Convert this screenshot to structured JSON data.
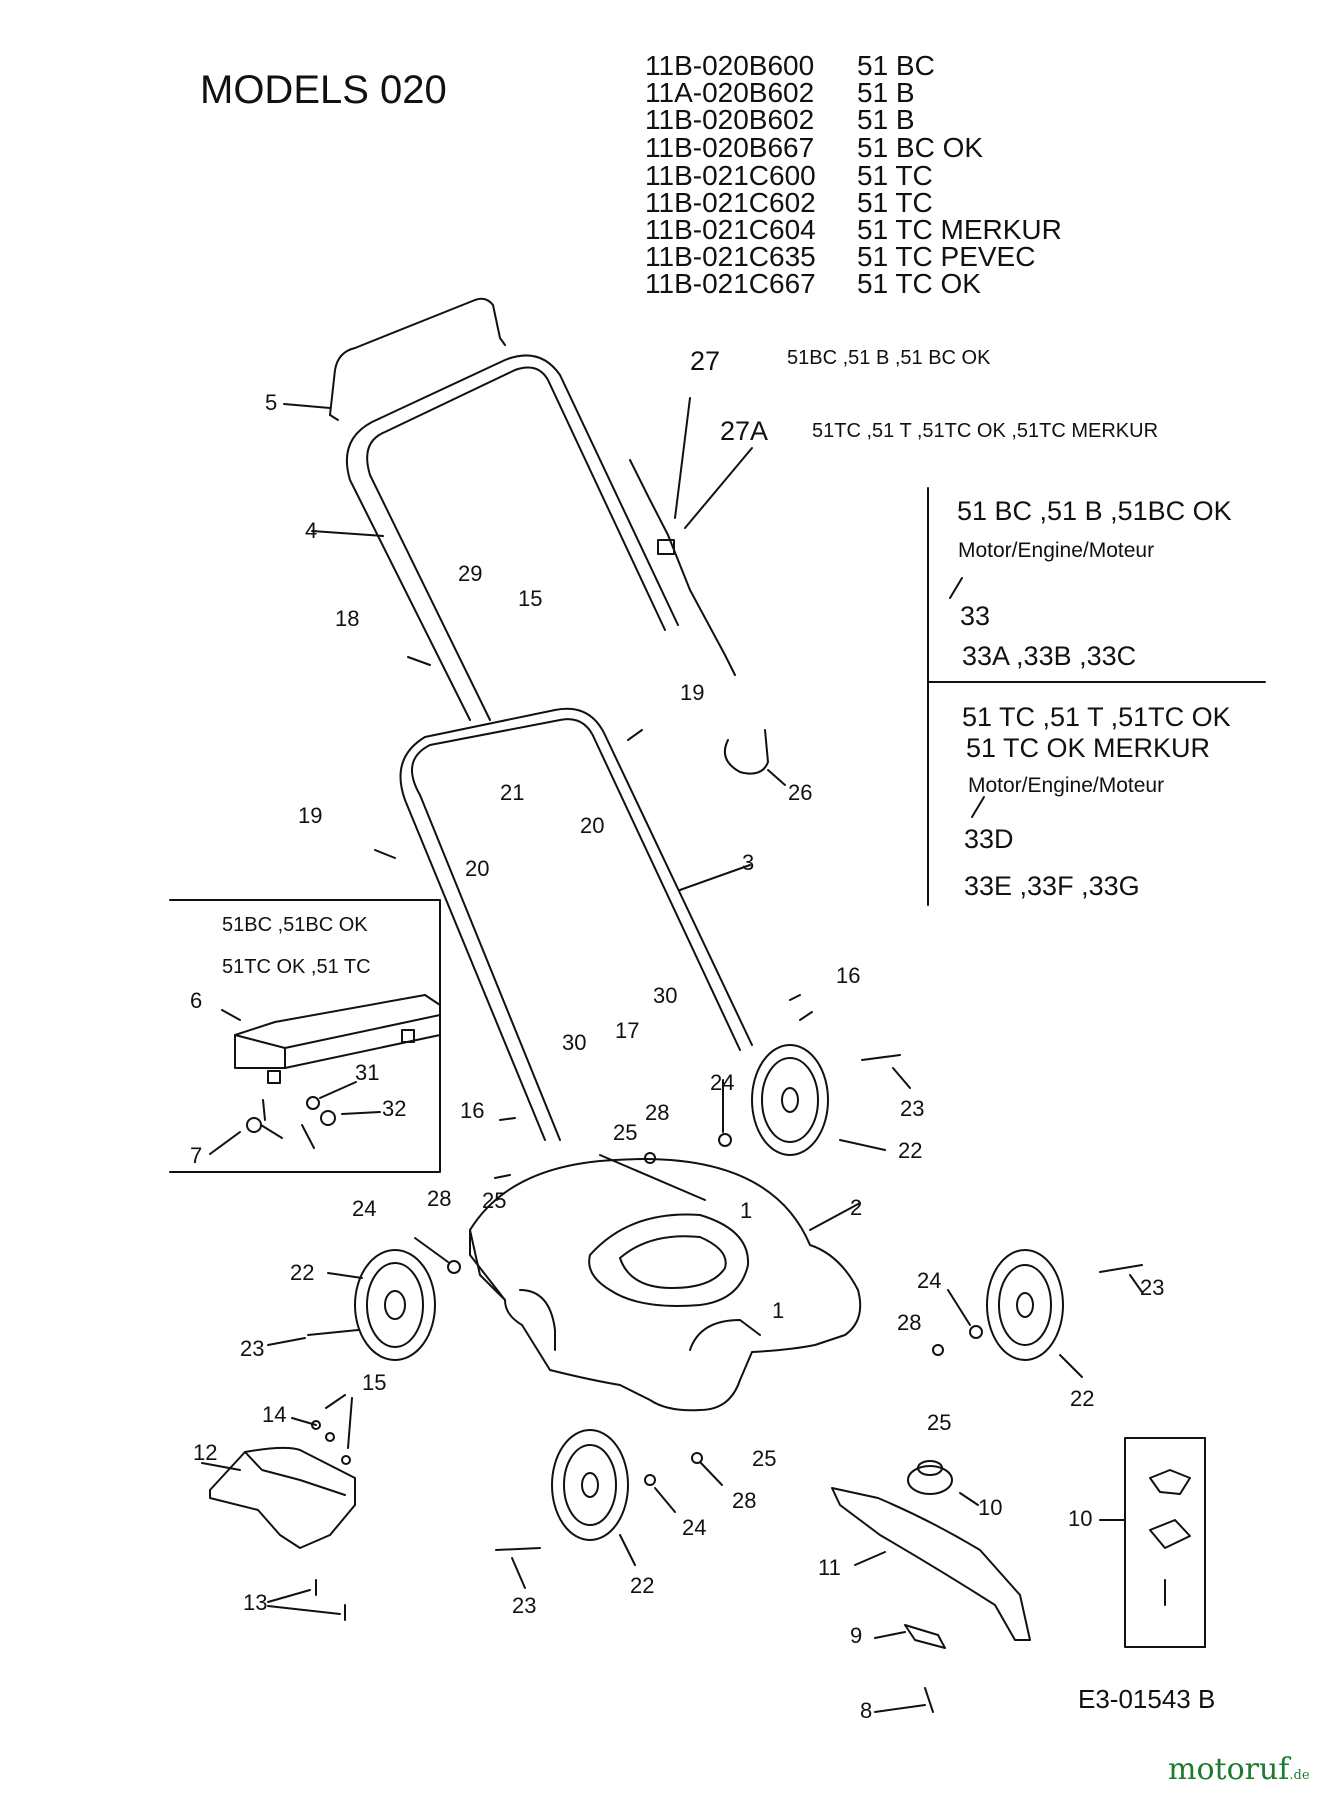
{
  "title": "MODELS 020",
  "models": [
    {
      "code": "11B-020B600",
      "name": "51 BC"
    },
    {
      "code": "11A-020B602",
      "name": "51 B"
    },
    {
      "code": "11B-020B602",
      "name": "51 B"
    },
    {
      "code": "11B-020B667",
      "name": "51 BC OK"
    },
    {
      "code": "11B-021C600",
      "name": "51 TC"
    },
    {
      "code": "11B-021C602",
      "name": "51 TC"
    },
    {
      "code": "11B-021C604",
      "name": "51 TC MERKUR"
    },
    {
      "code": "11B-021C635",
      "name": "51 TC PEVEC"
    },
    {
      "code": "11B-021C667",
      "name": "51 TC OK"
    }
  ],
  "cable_notes": {
    "n27": "27",
    "n27_models": "51BC ,51 B ,51 BC OK",
    "n27a": "27A",
    "n27a_models": "51TC ,51 T ,51TC OK ,51TC MERKUR"
  },
  "engine_box_1": {
    "models": "51 BC ,51 B ,51BC OK",
    "label": "Motor/Engine/Moteur",
    "part": "33",
    "variants": "33A ,33B ,33C"
  },
  "engine_box_2": {
    "models_line1": "51 TC ,51 T ,51TC OK",
    "models_line2": "51 TC OK MERKUR",
    "label": "Motor/Engine/Moteur",
    "part": "33D",
    "variants": "33E ,33F ,33G"
  },
  "inset": {
    "line1": "51BC ,51BC OK",
    "line2": "51TC OK   ,51 TC"
  },
  "part_labels": {
    "p1a": "1",
    "p1b": "1",
    "p2": "2",
    "p3": "3",
    "p4": "4",
    "p5": "5",
    "p6": "6",
    "p7": "7",
    "p8": "8",
    "p9": "9",
    "p10a": "10",
    "p10b": "10",
    "p11": "11",
    "p12": "12",
    "p13": "13",
    "p14": "14",
    "p15a": "15",
    "p15b": "15",
    "p16a": "16",
    "p16b": "16",
    "p17": "17",
    "p18": "18",
    "p19a": "19",
    "p19b": "19",
    "p20a": "20",
    "p20b": "20",
    "p21": "21",
    "p22a": "22",
    "p22b": "22",
    "p22c": "22",
    "p22d": "22",
    "p23a": "23",
    "p23b": "23",
    "p23c": "23",
    "p23d": "23",
    "p24a": "24",
    "p24b": "24",
    "p24c": "24",
    "p24d": "24",
    "p25a": "25",
    "p25b": "25",
    "p25c": "25",
    "p25d": "25",
    "p26": "26",
    "p28a": "28",
    "p28b": "28",
    "p28c": "28",
    "p28d": "28",
    "p29": "29",
    "p30a": "30",
    "p30b": "30",
    "p31": "31",
    "p32": "32"
  },
  "diagram_code": "E3-01543 B",
  "watermark": {
    "main": "motoruf",
    "tld": ".de"
  }
}
